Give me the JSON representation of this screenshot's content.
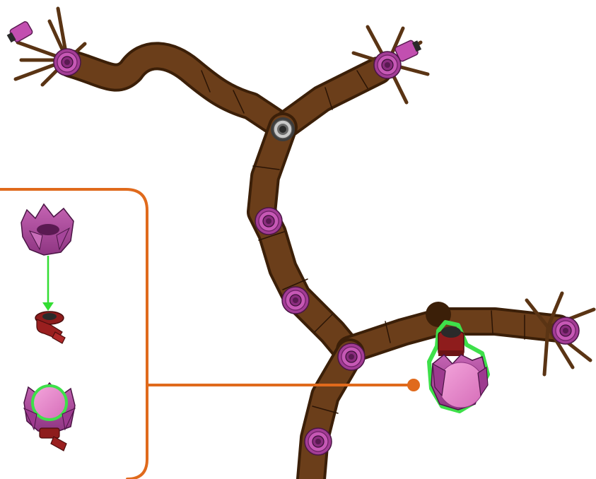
{
  "colors": {
    "branch": "#5a3414",
    "branch_dark": "#3b1f08",
    "branch_light": "#7a4a22",
    "flower_stud": "#c24fb0",
    "flower_stud_dark": "#7c2a72",
    "flower_petal": "#b0509e",
    "flower_petal_light": "#d675c4",
    "bud_ball": "#e884c8",
    "stem_red": "#9a1f1f",
    "stem_red_dark": "#5e0f0f",
    "hub_gray": "#bdbdbd",
    "highlight_outline": "#3ee04a",
    "callout_orange": "#e06a1c",
    "connector_arrow": "#33dd33"
  },
  "callout": {
    "panel": "instruction-inset",
    "steps": [
      {
        "name": "step-1-flower-part",
        "icon": "tulip-petals-icon"
      },
      {
        "name": "step-2-stem-part",
        "icon": "red-stem-icon"
      },
      {
        "name": "step-3-assembled-bud",
        "icon": "assembled-bud-icon"
      }
    ]
  },
  "model": {
    "description_icons": [
      "branch-icon",
      "flower-stud-icon",
      "leaf-sticks-icon",
      "joint-hub-icon",
      "highlighted-bud-icon"
    ]
  }
}
